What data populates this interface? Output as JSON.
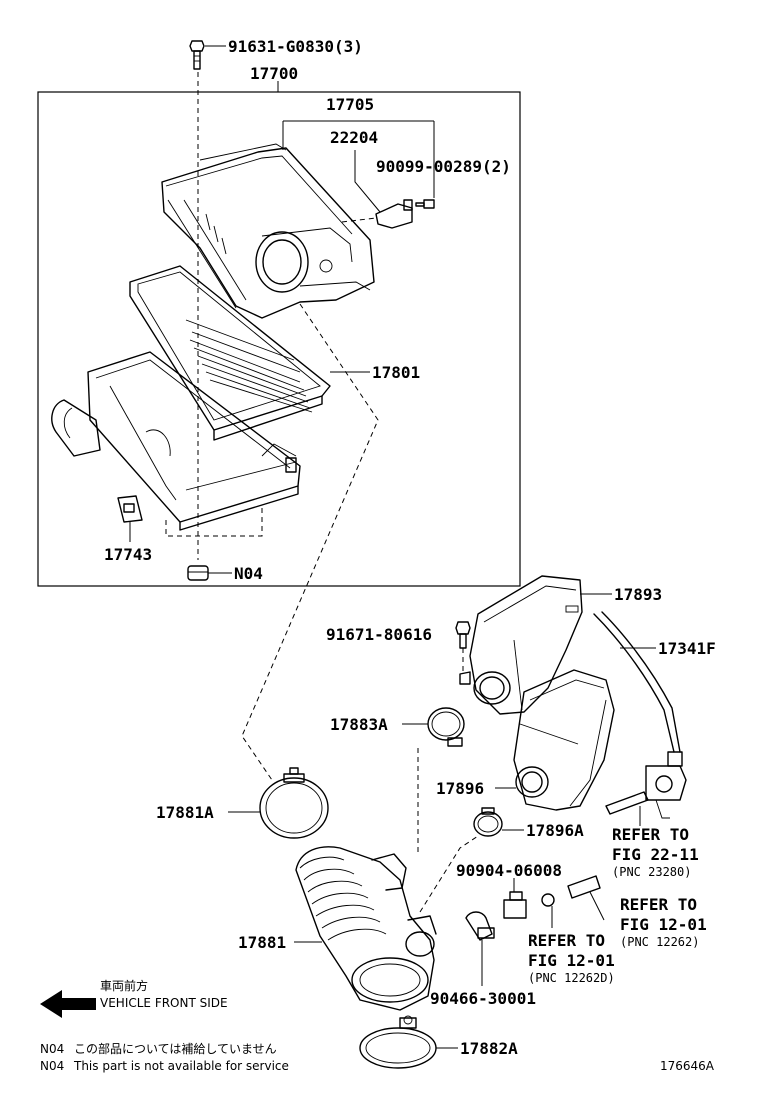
{
  "labels": {
    "bolt_top": "91631-G0830(3)",
    "assembly": "17700",
    "cap": "17705",
    "sensor": "22204",
    "screw": "90099-00289(2)",
    "element": "17801",
    "bracket": "17743",
    "n04": "N04",
    "resonator": "17893",
    "bolt_res": "91671-80616",
    "hose_f": "17341F",
    "clamp_883a": "17883A",
    "res_lower": "17896",
    "clamp_896a": "17896A",
    "clamp_881a": "17881A",
    "vsv": "90904-06008",
    "hose": "17881",
    "clamp_bottom": "90466-30001",
    "clamp_882a": "17882A",
    "diagram_id": "176646A"
  },
  "refs": {
    "fig22": {
      "refer": "REFER TO",
      "fig": "FIG 22-11",
      "pnc": "(PNC 23280)"
    },
    "fig12a": {
      "refer": "REFER TO",
      "fig": "FIG 12-01",
      "pnc": "(PNC 12262)"
    },
    "fig12b": {
      "refer": "REFER TO",
      "fig": "FIG 12-01",
      "pnc": "(PNC 12262D)"
    }
  },
  "direction": {
    "jp": "車両前方",
    "en": "VEHICLE FRONT SIDE"
  },
  "notes": {
    "n04_label_1": "N04",
    "n04_jp": "この部品については補給していません",
    "n04_label_2": "N04",
    "n04_en": "This part is not available for service"
  }
}
